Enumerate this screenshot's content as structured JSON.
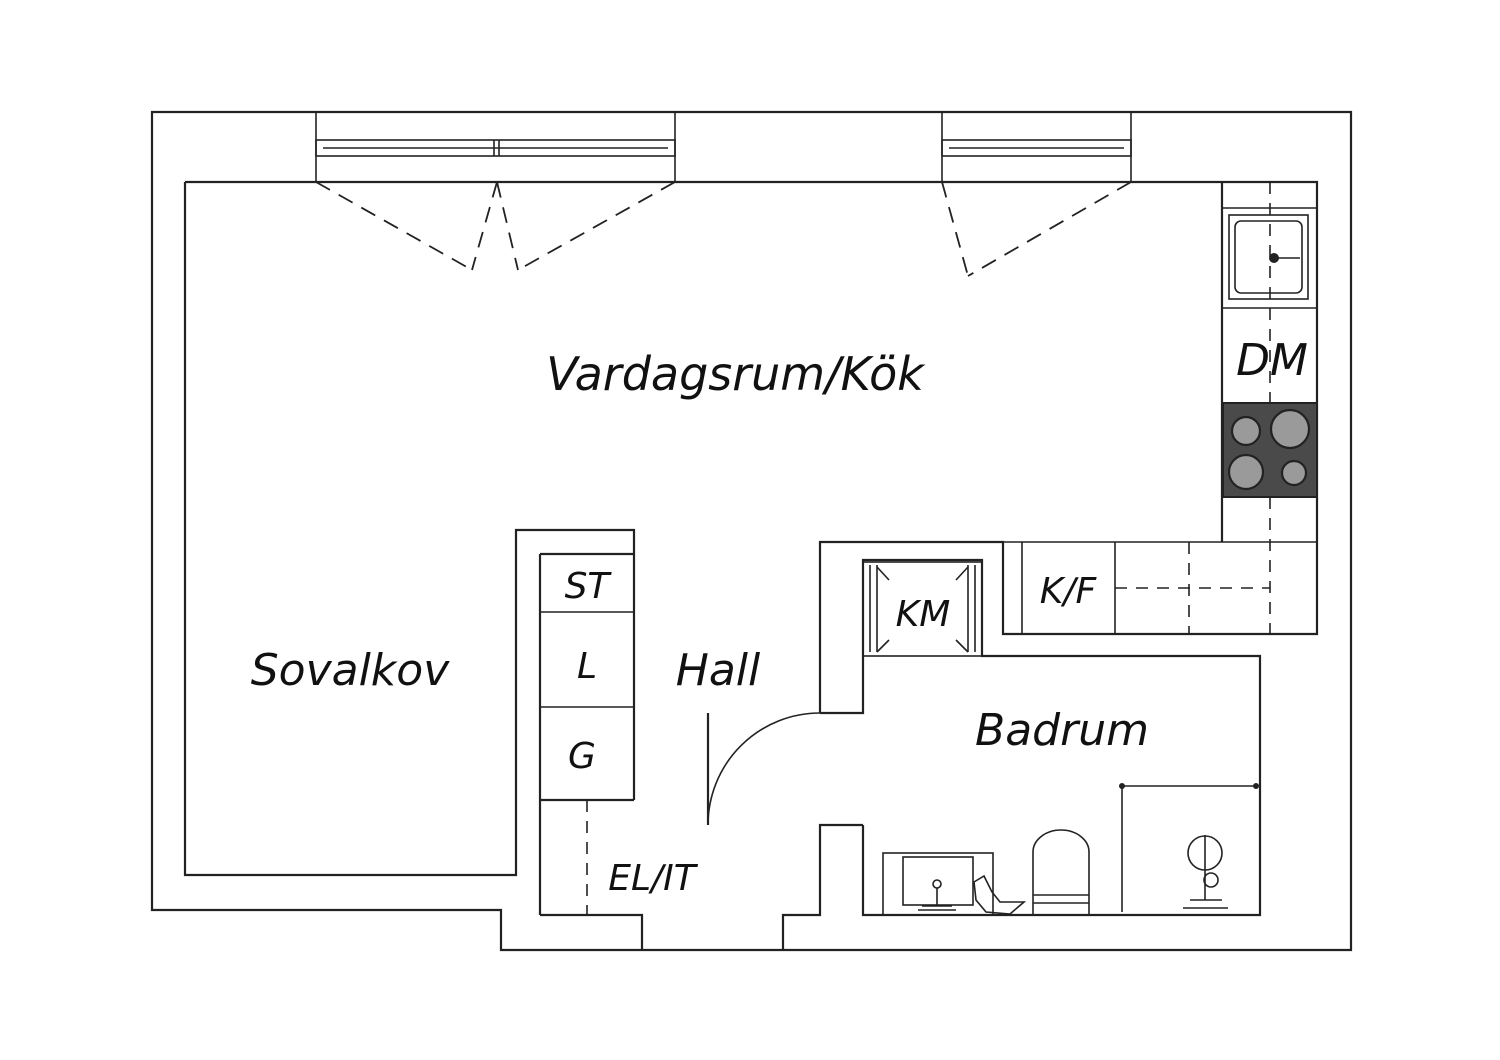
{
  "rooms": {
    "living_kitchen": "Vardagsrum/Kök",
    "alcove": "Sovalkov",
    "hall": "Hall",
    "bathroom": "Badrum"
  },
  "fixtures": {
    "dishwasher": "DM",
    "fridge_freezer": "K/F",
    "washing_machine": "KM",
    "wardrobe_st": "ST",
    "wardrobe_l": "L",
    "wardrobe_g": "G",
    "electrical": "EL/IT"
  },
  "colors": {
    "line": "#222222",
    "stove": "#4a4a4a",
    "burner": "#9a9a9a"
  }
}
